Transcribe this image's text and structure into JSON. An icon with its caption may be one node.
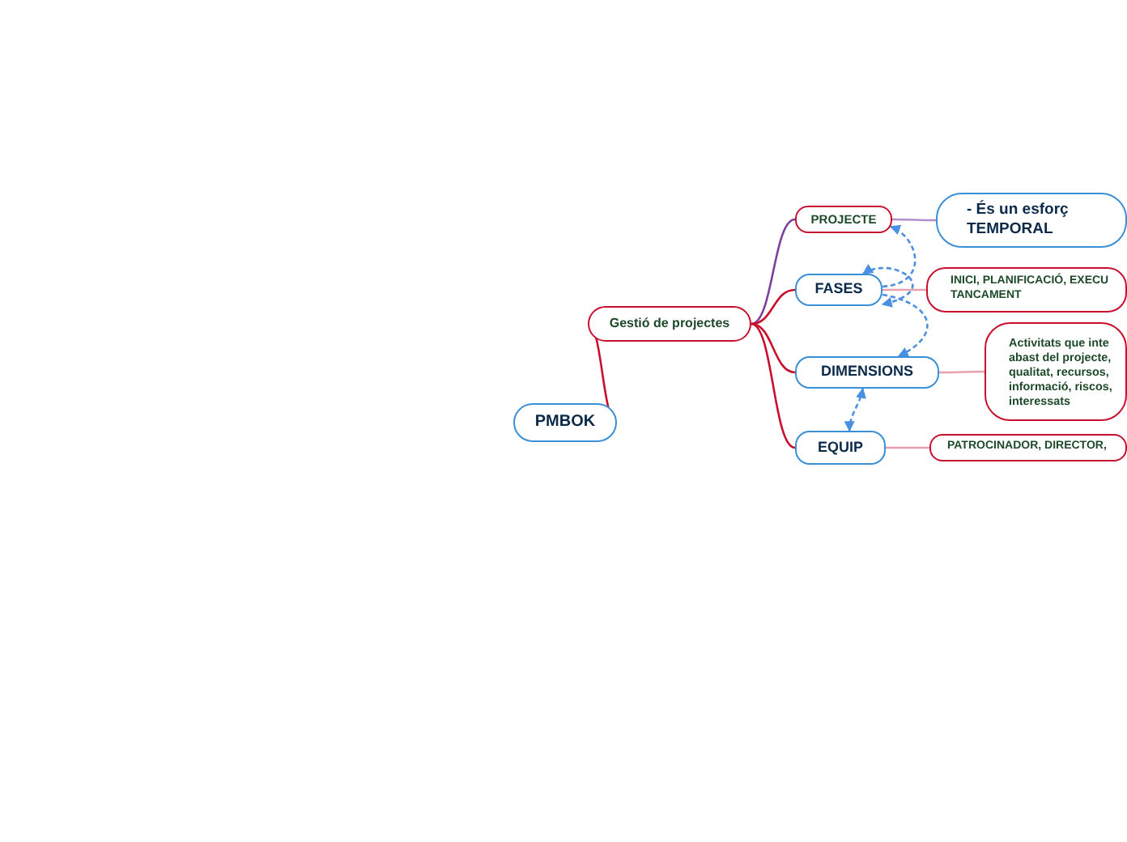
{
  "diagram": {
    "nodes": [
      {
        "text": [
          "PMBOK"
        ]
      },
      {
        "text": [
          "Gestió de projectes"
        ]
      },
      {
        "text": [
          "PROJECTE"
        ]
      },
      {
        "text": [
          "FASES"
        ]
      },
      {
        "text": [
          "DIMENSIONS"
        ]
      },
      {
        "text": [
          "EQUIP"
        ]
      },
      {
        "text": [
          "- És un esforç TEMPORAL"
        ]
      },
      {
        "text": [
          "INICI, PLANIFICACIÓ, EXECU TANCAMENT"
        ]
      },
      {
        "text": [
          "Activitats que inte abast del projecte, qualitat, recursos, informació, riscos, interessats"
        ]
      },
      {
        "text": [
          "PATROCINADOR, DIRECTOR,"
        ]
      }
    ],
    "edges": [
      {
        "from": 0,
        "to": 1,
        "arrow": "none"
      },
      {
        "from": 1,
        "to": 2,
        "arrow": "none",
        "color": "#7b3fa0"
      },
      {
        "from": 1,
        "to": 3,
        "arrow": "none"
      },
      {
        "from": 1,
        "to": 4,
        "arrow": "none"
      },
      {
        "from": 1,
        "to": 5,
        "arrow": "none"
      },
      {
        "from": 2,
        "to": 6,
        "arrow": "none",
        "color": "#b48fd0"
      },
      {
        "from": 3,
        "to": 7,
        "arrow": "none",
        "color": "#e8a0b0"
      },
      {
        "from": 4,
        "to": 8,
        "arrow": "none",
        "color": "#e8a0b0"
      },
      {
        "from": 5,
        "to": 9,
        "arrow": "none",
        "color": "#e8a0b0"
      },
      {
        "from": 3,
        "to": 2,
        "arrow": "to",
        "style": "dashed",
        "color": "#4a90e2"
      },
      {
        "from": 3,
        "to": 4,
        "arrow": "to",
        "style": "dashed",
        "color": "#4a90e2"
      },
      {
        "from": 3,
        "to": 3,
        "arrow": "both",
        "style": "dashed",
        "color": "#4a90e2"
      },
      {
        "from": 4,
        "to": 5,
        "arrow": "both",
        "style": "dashed",
        "color": "#4a90e2"
      }
    ]
  }
}
